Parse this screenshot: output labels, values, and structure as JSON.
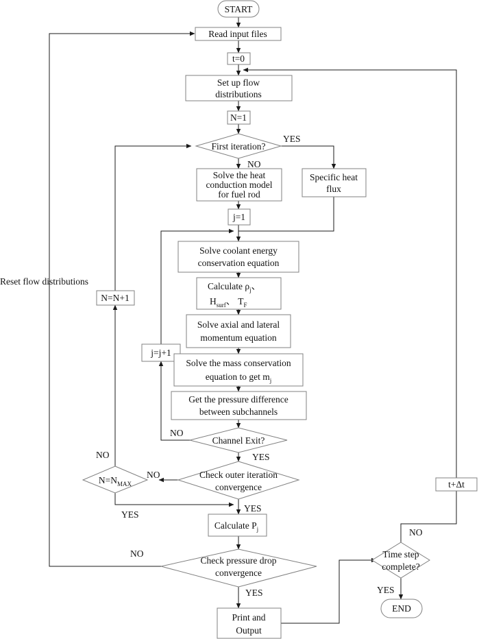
{
  "diagram": {
    "start": "START",
    "read_input": "Read input files",
    "t0": "t=0",
    "setup_flow": [
      "Set up flow",
      "distributions"
    ],
    "n1": "N=1",
    "first_iteration": "First iteration?",
    "yes_first": "YES",
    "no_first": "NO",
    "solve_heat": [
      "Solve the heat",
      "conduction model",
      "for fuel rod"
    ],
    "specific_heat_flux": [
      "Specific heat",
      "flux"
    ],
    "j1": "j=1",
    "solve_coolant": [
      "Solve coolant energy",
      "conservation equation"
    ],
    "calculate_props": {
      "line1_prefix": "Calculate ",
      "rho": "ρ",
      "rho_sub": "j",
      "sep": "、",
      "h": "H",
      "h_sub": "surf",
      "t": "T",
      "t_sub": "F"
    },
    "solve_axial": [
      "Solve axial and lateral",
      "momentum equation"
    ],
    "solve_mass": {
      "line1": "Solve the mass conservation",
      "line2_prefix": "equation to get m",
      "line2_sub": "j"
    },
    "pressure_diff": [
      "Get the pressure difference",
      "between subchannels"
    ],
    "channel_exit": "Channel Exit?",
    "no_channel": "NO",
    "yes_channel": "YES",
    "jj1": "j=j+1",
    "check_outer": [
      "Check outer iteration",
      "convergence"
    ],
    "no_outer": "NO",
    "yes_outer": "YES",
    "nmax": {
      "prefix": "N=N",
      "sub": "MAX"
    },
    "no_nmax": "NO",
    "yes_nmax": "YES",
    "nn1": "N=N+1",
    "calc_p": {
      "prefix": "Calculate P",
      "sub": "j"
    },
    "check_pressure": [
      "Check pressure drop",
      "convergence"
    ],
    "no_pressure": "NO",
    "yes_pressure": "YES",
    "reset_flow": "Reset flow distributions",
    "print_output": [
      "Print and",
      "Output"
    ],
    "time_step": [
      "Time step",
      "complete?"
    ],
    "no_time": "NO",
    "yes_time": "YES",
    "t_dt": "t+Δt",
    "end": "END"
  }
}
